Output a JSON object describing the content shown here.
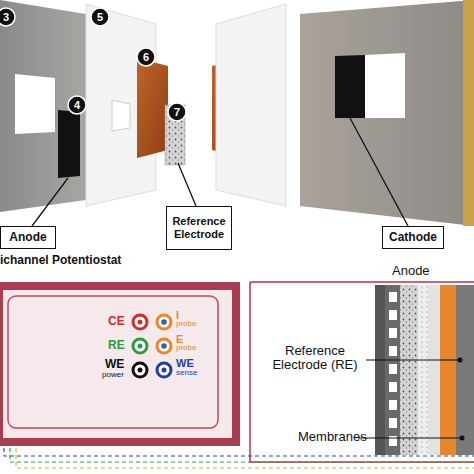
{
  "diagram": {
    "nodes": [
      {
        "text": [
          "Anode"
        ]
      },
      {
        "text": [
          "Reference Electrode"
        ]
      },
      {
        "text": [
          "Cathode"
        ]
      },
      {
        "text": [
          "ichannel Potentiostat"
        ]
      }
    ],
    "labels": [
      "3",
      "4",
      "5",
      "6",
      "7",
      "CE",
      "RE",
      "WE",
      "power",
      "I",
      "probe",
      "E",
      "probe",
      "WE",
      "sense",
      "Anode",
      "Reference Electrode (RE)",
      "Membranes"
    ]
  }
}
